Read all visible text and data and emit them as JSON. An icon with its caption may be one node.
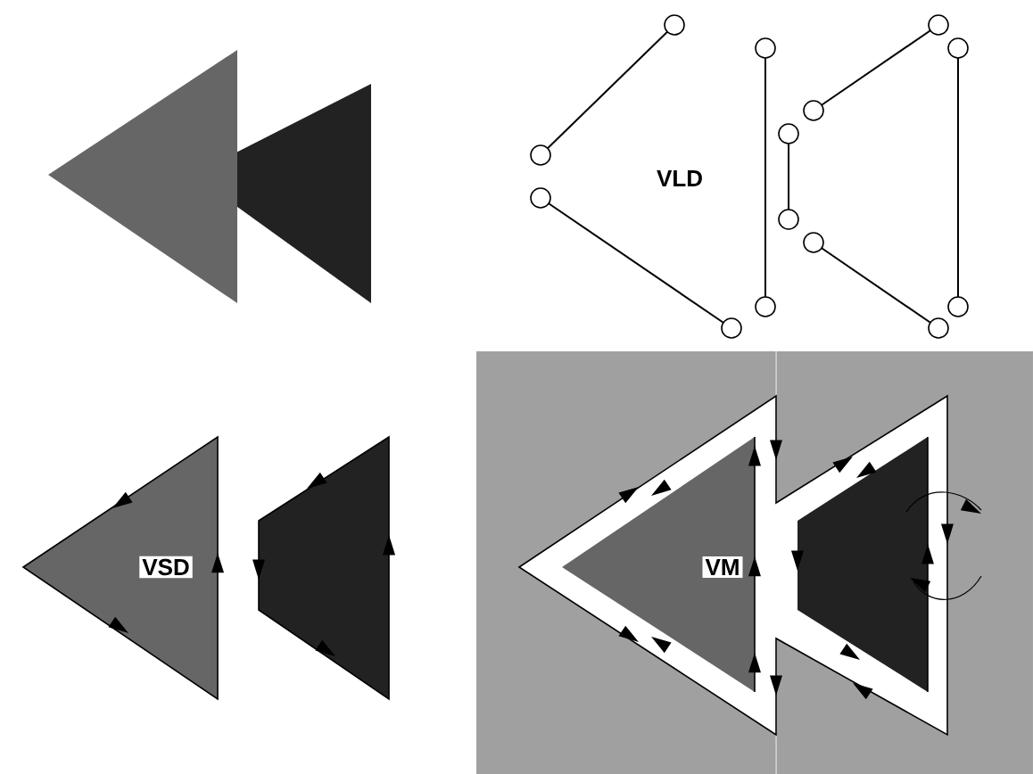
{
  "diagram": {
    "labels": [
      "VLD",
      "VSD",
      "VM"
    ]
  }
}
